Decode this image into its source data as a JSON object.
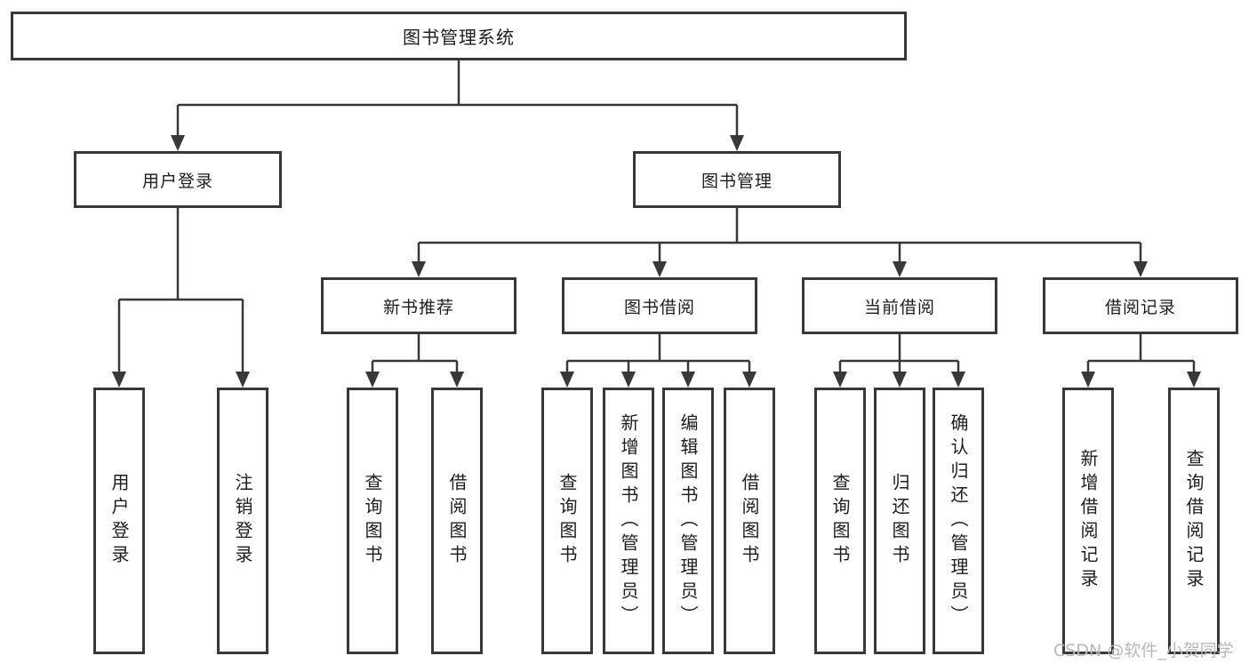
{
  "tree": {
    "root": {
      "label": "图书管理系统"
    },
    "level2": [
      {
        "label": "用户登录"
      },
      {
        "label": "图书管理"
      }
    ],
    "level3": [
      {
        "label": "新书推荐"
      },
      {
        "label": "图书借阅"
      },
      {
        "label": "当前借阅"
      },
      {
        "label": "借阅记录"
      }
    ],
    "leaves": [
      {
        "label": "用户登录"
      },
      {
        "label": "注销登录"
      },
      {
        "label": "查询图书"
      },
      {
        "label": "借阅图书"
      },
      {
        "label": "查询图书"
      },
      {
        "label": "新增图书（管理员）"
      },
      {
        "label": "编辑图书（管理员）"
      },
      {
        "label": "借阅图书"
      },
      {
        "label": "查询图书"
      },
      {
        "label": "归还图书"
      },
      {
        "label": "确认归还（管理员）"
      },
      {
        "label": "新增借阅记录"
      },
      {
        "label": "查询借阅记录"
      }
    ]
  },
  "watermark": "CSDN @软件_小贺同学",
  "colors": {
    "line": "#383838",
    "box_fill": "#ffffff",
    "watermark": "#b8b8b8"
  }
}
